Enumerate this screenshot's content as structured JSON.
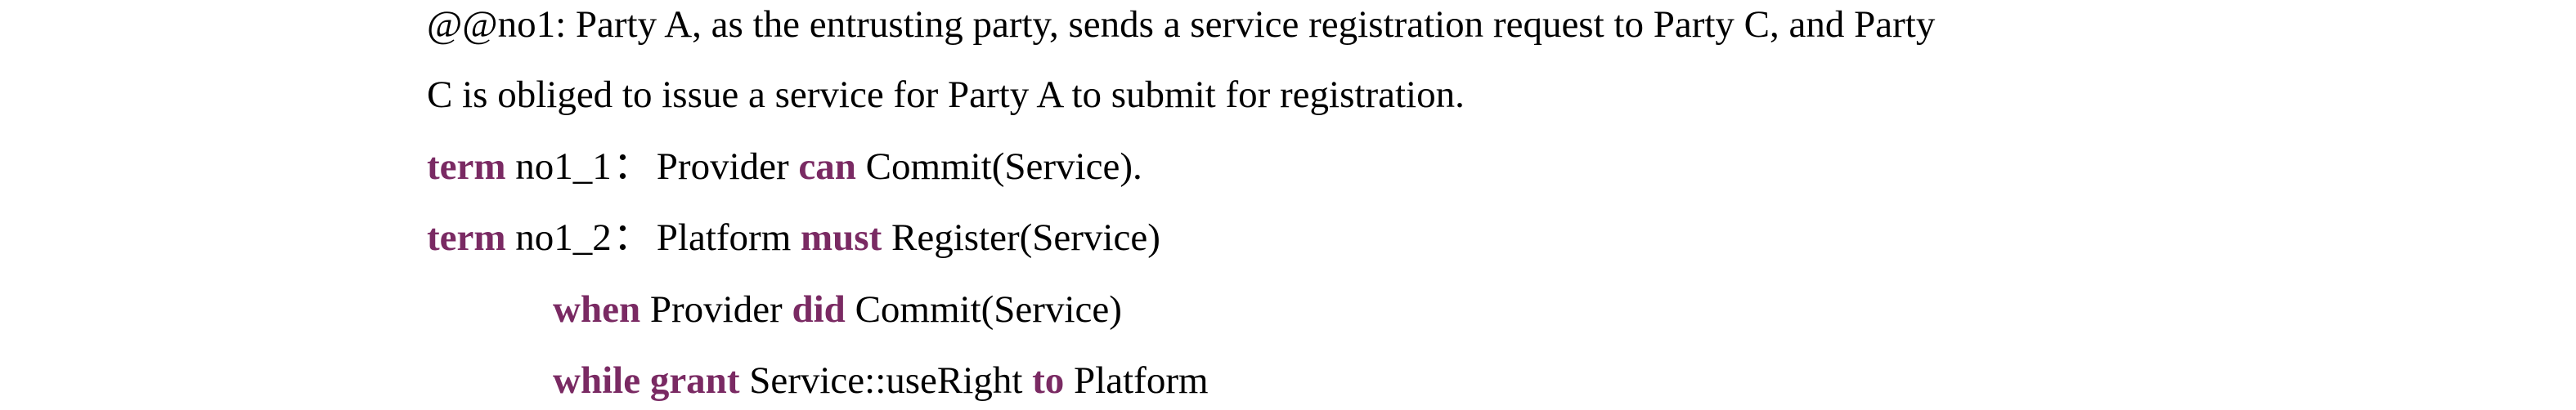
{
  "document": {
    "clause": {
      "line1": "@@no1: Party A, as the entrusting party, sends a service registration request to Party C, and Party",
      "line2": "C is obliged to issue a service for Party A to submit for registration."
    },
    "term1": {
      "kw_term": "term",
      "id": "no1_1",
      "sep": "：",
      "actor": "Provider",
      "kw_modal": "can",
      "action": "Commit(Service)."
    },
    "term2": {
      "kw_term": "term",
      "id": "no1_2",
      "sep": "：",
      "actor": "Platform",
      "kw_modal": "must",
      "action": "Register(Service)"
    },
    "when_line": {
      "kw_when": "when",
      "actor": "Provider",
      "kw_did": "did",
      "action": "Commit(Service)"
    },
    "while_line": {
      "kw_while": "while",
      "kw_grant": "grant",
      "right": "Service::useRight",
      "kw_to": "to",
      "target": "Platform"
    }
  },
  "colors": {
    "keyword": "#7a2a63",
    "text": "#000000",
    "background": "#ffffff"
  }
}
